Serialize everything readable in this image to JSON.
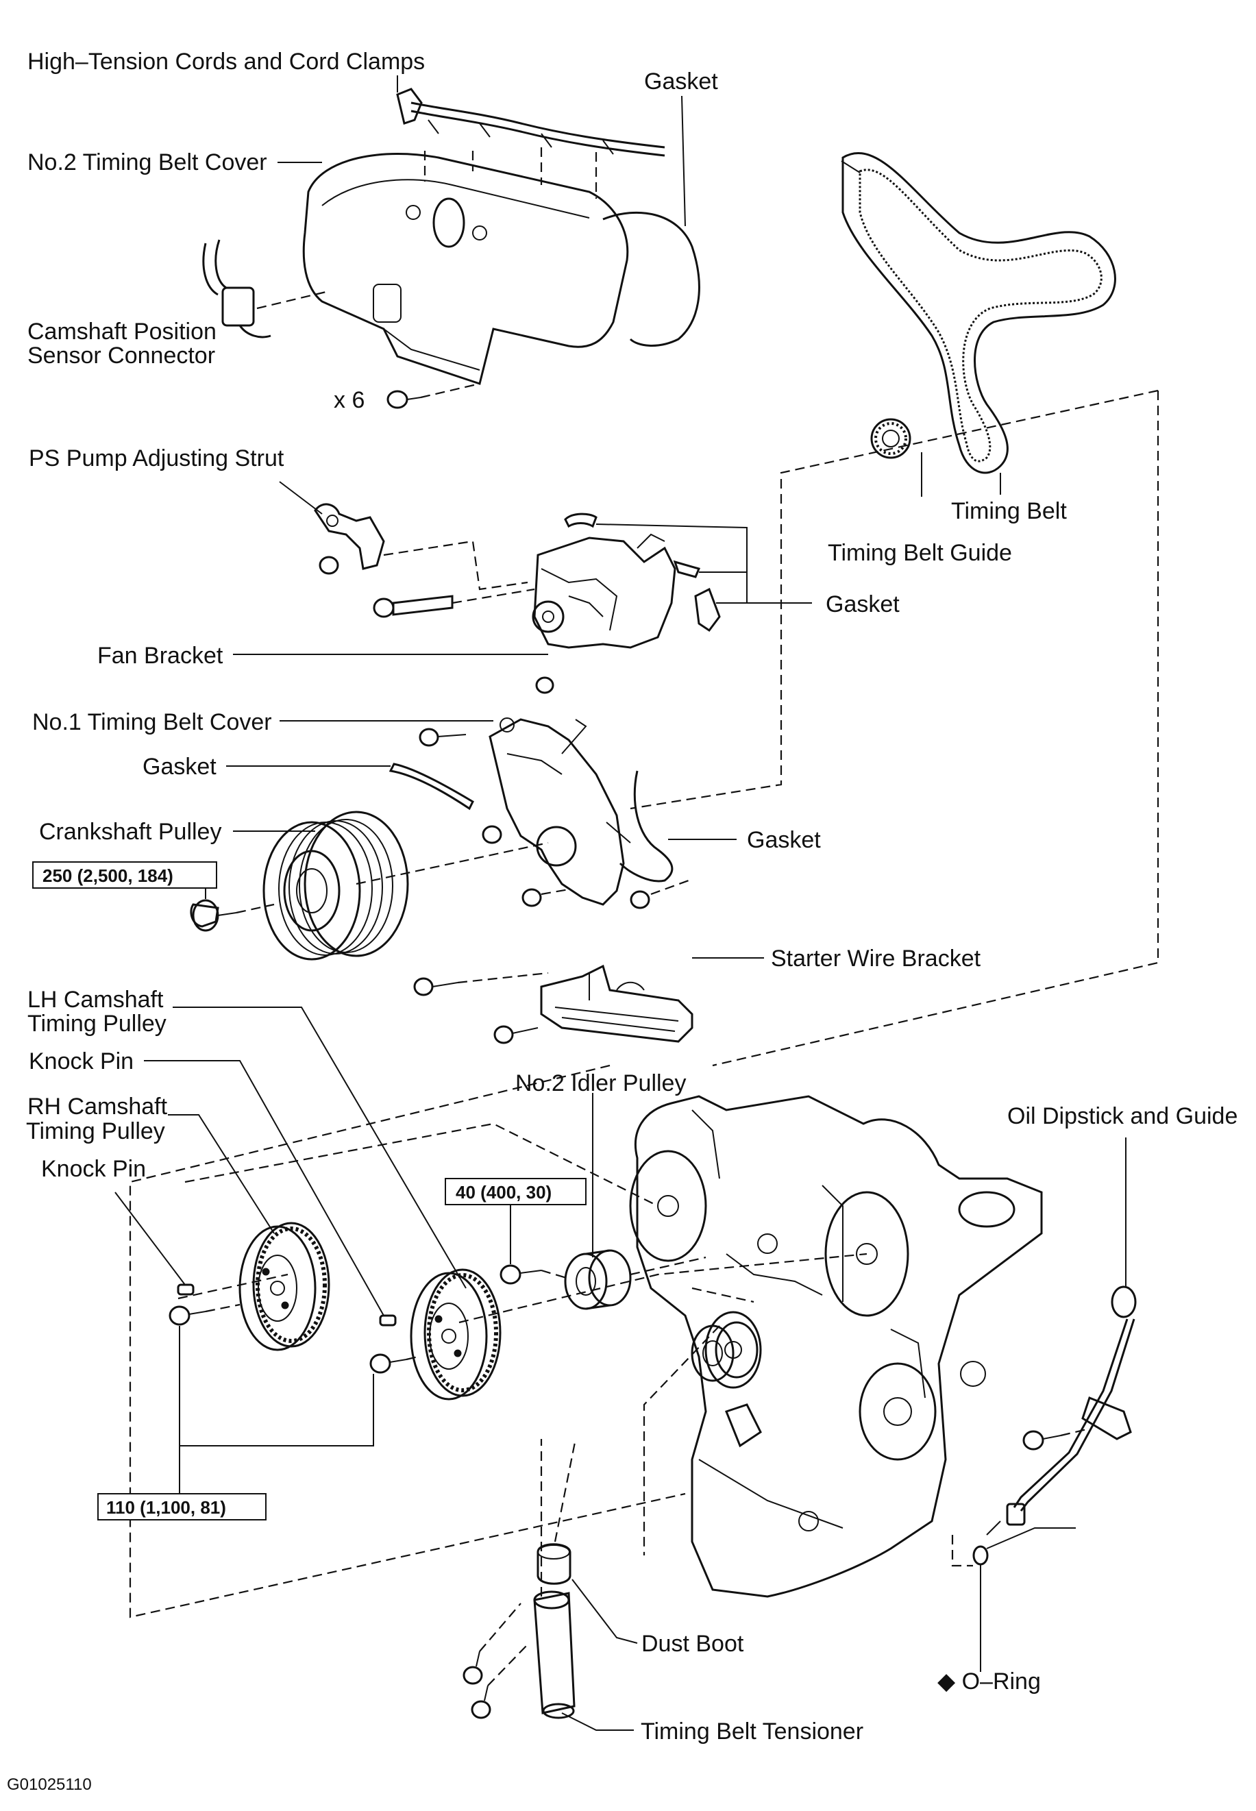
{
  "labels": {
    "hightension": "High–Tension Cords and Cord Clamps",
    "gasket_top": "Gasket",
    "no2_cover": "No.2 Timing Belt Cover",
    "cam_sensor_1": "Camshaft Position",
    "cam_sensor_2": "Sensor Connector",
    "x6": "x 6",
    "ps_strut": "PS Pump Adjusting Strut",
    "timing_belt": "Timing Belt",
    "belt_guide": "Timing Belt Guide",
    "gasket_fan": "Gasket",
    "fan_bracket": "Fan Bracket",
    "no1_cover": "No.1 Timing Belt Cover",
    "gasket_left": "Gasket",
    "crank_pulley": "Crankshaft Pulley",
    "gasket_right": "Gasket",
    "starter_bracket": "Starter Wire Bracket",
    "lh_cam_1": "LH Camshaft",
    "lh_cam_2": "Timing Pulley",
    "knock_pin_1": "Knock Pin",
    "rh_cam_1": "RH Camshaft",
    "rh_cam_2": "Timing Pulley",
    "knock_pin_2": "Knock Pin",
    "no2_idler": "No.2 Idler Pulley",
    "oil_dipstick": "Oil Dipstick and Guide",
    "dust_boot": "Dust Boot",
    "o_ring": "◆ O–Ring",
    "tensioner": "Timing Belt Tensioner"
  },
  "torque_specs": {
    "crank_bolt": "250 (2,500, 184)",
    "idler_bolt": "40 (400, 30)",
    "cam_bolt": "110 (1,100, 81)"
  },
  "figure_code": "G01025110"
}
